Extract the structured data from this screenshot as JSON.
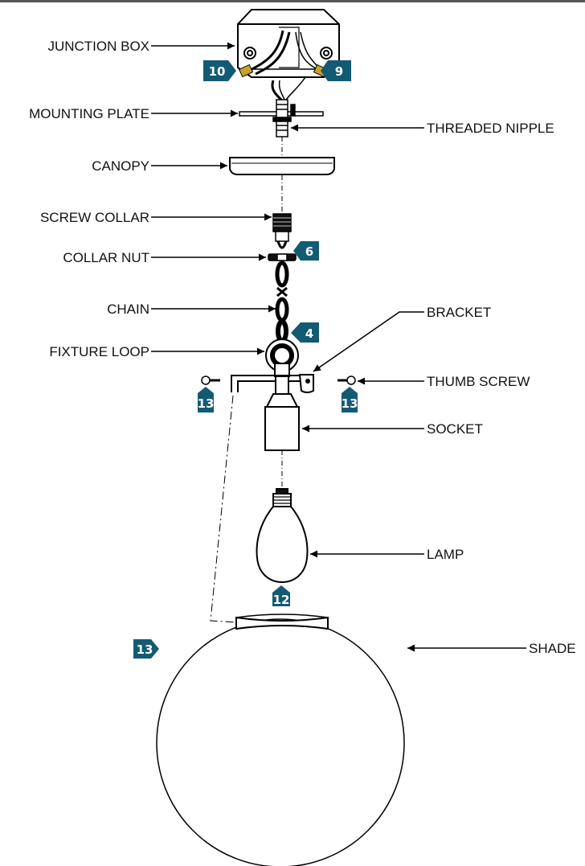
{
  "badge_color": "#135a73",
  "labels": {
    "junction_box": "JUNCTION BOX",
    "mounting_plate": "MOUNTING PLATE",
    "threaded_nipple": "THREADED NIPPLE",
    "canopy": "CANOPY",
    "screw_collar": "SCREW COLLAR",
    "collar_nut": "COLLAR NUT",
    "chain": "CHAIN",
    "bracket": "BRACKET",
    "fixture_loop": "FIXTURE LOOP",
    "thumb_screw": "THUMB SCREW",
    "socket": "SOCKET",
    "lamp": "LAMP",
    "shade": "SHADE"
  },
  "badges": {
    "b10": "10",
    "b9": "9",
    "b6": "6",
    "b4": "4",
    "b13_left": "13",
    "b13_right": "13",
    "b12": "12",
    "b13_shade": "13"
  }
}
